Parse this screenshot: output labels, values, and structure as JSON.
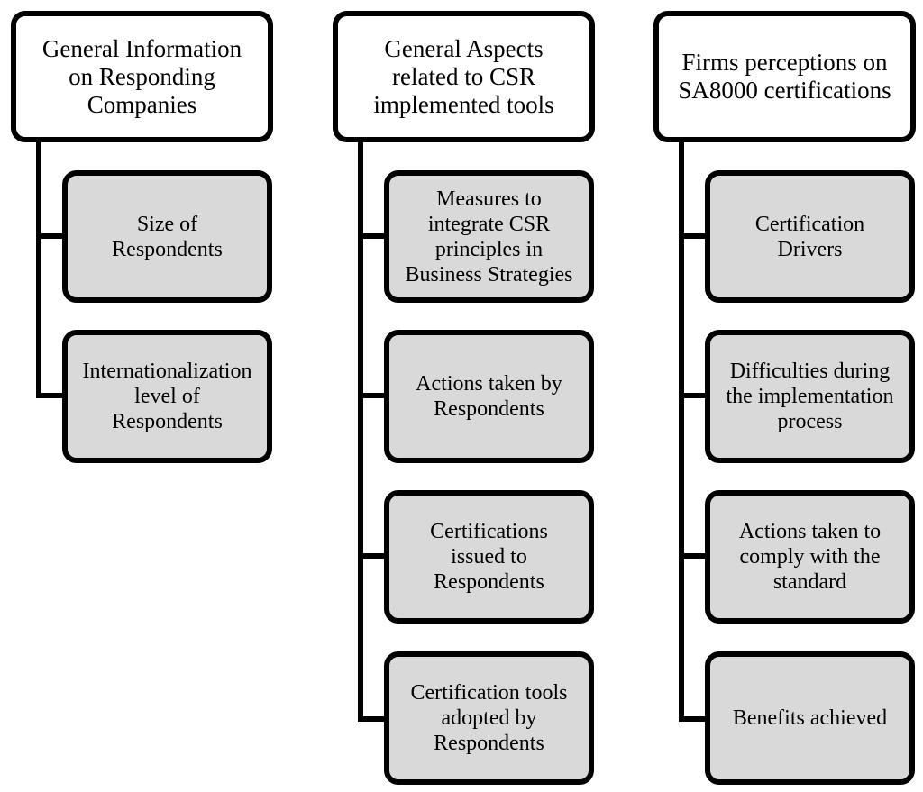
{
  "columns": [
    {
      "title": "General Information\non Responding\nCompanies",
      "items": [
        "Size of\nRespondents",
        "Internationalization\nlevel of\nRespondents"
      ]
    },
    {
      "title": "General Aspects\nrelated to CSR\nimplemented tools",
      "items": [
        "Measures to\nintegrate CSR\nprinciples in\nBusiness Strategies",
        "Actions taken by\nRespondents",
        "Certifications\nissued to\nRespondents",
        "Certification tools\nadopted by\nRespondents"
      ]
    },
    {
      "title": "Firms perceptions on\nSA8000 certifications",
      "items": [
        "Certification\nDrivers",
        "Difficulties during\nthe implementation\nprocess",
        "Actions taken to\ncomply with the\nstandard",
        "Benefits achieved"
      ]
    }
  ],
  "colors": {
    "border": "#000000",
    "header_fill": "#ffffff",
    "item_fill": "#d9d9d9"
  }
}
